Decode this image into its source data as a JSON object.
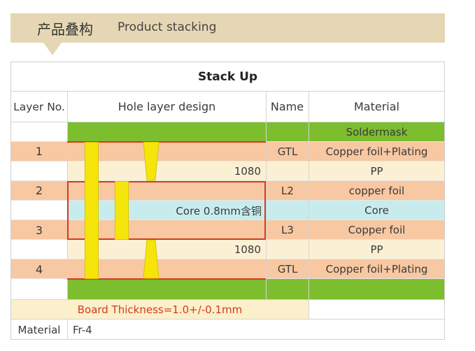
{
  "banner": {
    "title_cn": "产品叠构",
    "title_en": "Product stacking"
  },
  "table": {
    "title": "Stack Up",
    "headers": {
      "layer": "Layer No.",
      "design": "Hole layer design",
      "name": "Name",
      "material": "Material"
    },
    "rows": [
      {
        "layer": "",
        "design": "",
        "name": "",
        "material": "Soldermask",
        "color": "green"
      },
      {
        "layer": "1",
        "design": "",
        "name": "GTL",
        "material": "Copper foil+Plating",
        "color": "orange"
      },
      {
        "layer": "",
        "design": "1080",
        "name": "",
        "material": "PP",
        "color": "cream"
      },
      {
        "layer": "2",
        "design": "",
        "name": "L2",
        "material": "copper foil",
        "color": "orange"
      },
      {
        "layer": "",
        "design": "Core 0.8mm含铜",
        "name": "",
        "material": "Core",
        "color": "cyan"
      },
      {
        "layer": "3",
        "design": "",
        "name": "L3",
        "material": "Copper foil",
        "color": "orange"
      },
      {
        "layer": "",
        "design": "1080",
        "name": "",
        "material": "PP",
        "color": "cream"
      },
      {
        "layer": "4",
        "design": "",
        "name": "GTL",
        "material": "Copper foil+Plating",
        "color": "orange"
      },
      {
        "layer": "",
        "design": "",
        "name": "",
        "material": "",
        "color": "green"
      }
    ],
    "board_thickness": "Board Thickness=1.0+/-0.1mm",
    "material_label": "Material",
    "material_value": "Fr-4"
  },
  "colors": {
    "banner": "#e6d7b4",
    "orange": "#f8c8a2",
    "cream": "#fcf0d4",
    "green": "#7cbe2e",
    "cyan": "#c8ecee",
    "via": "#f6e50a",
    "red": "#d33c1e"
  }
}
